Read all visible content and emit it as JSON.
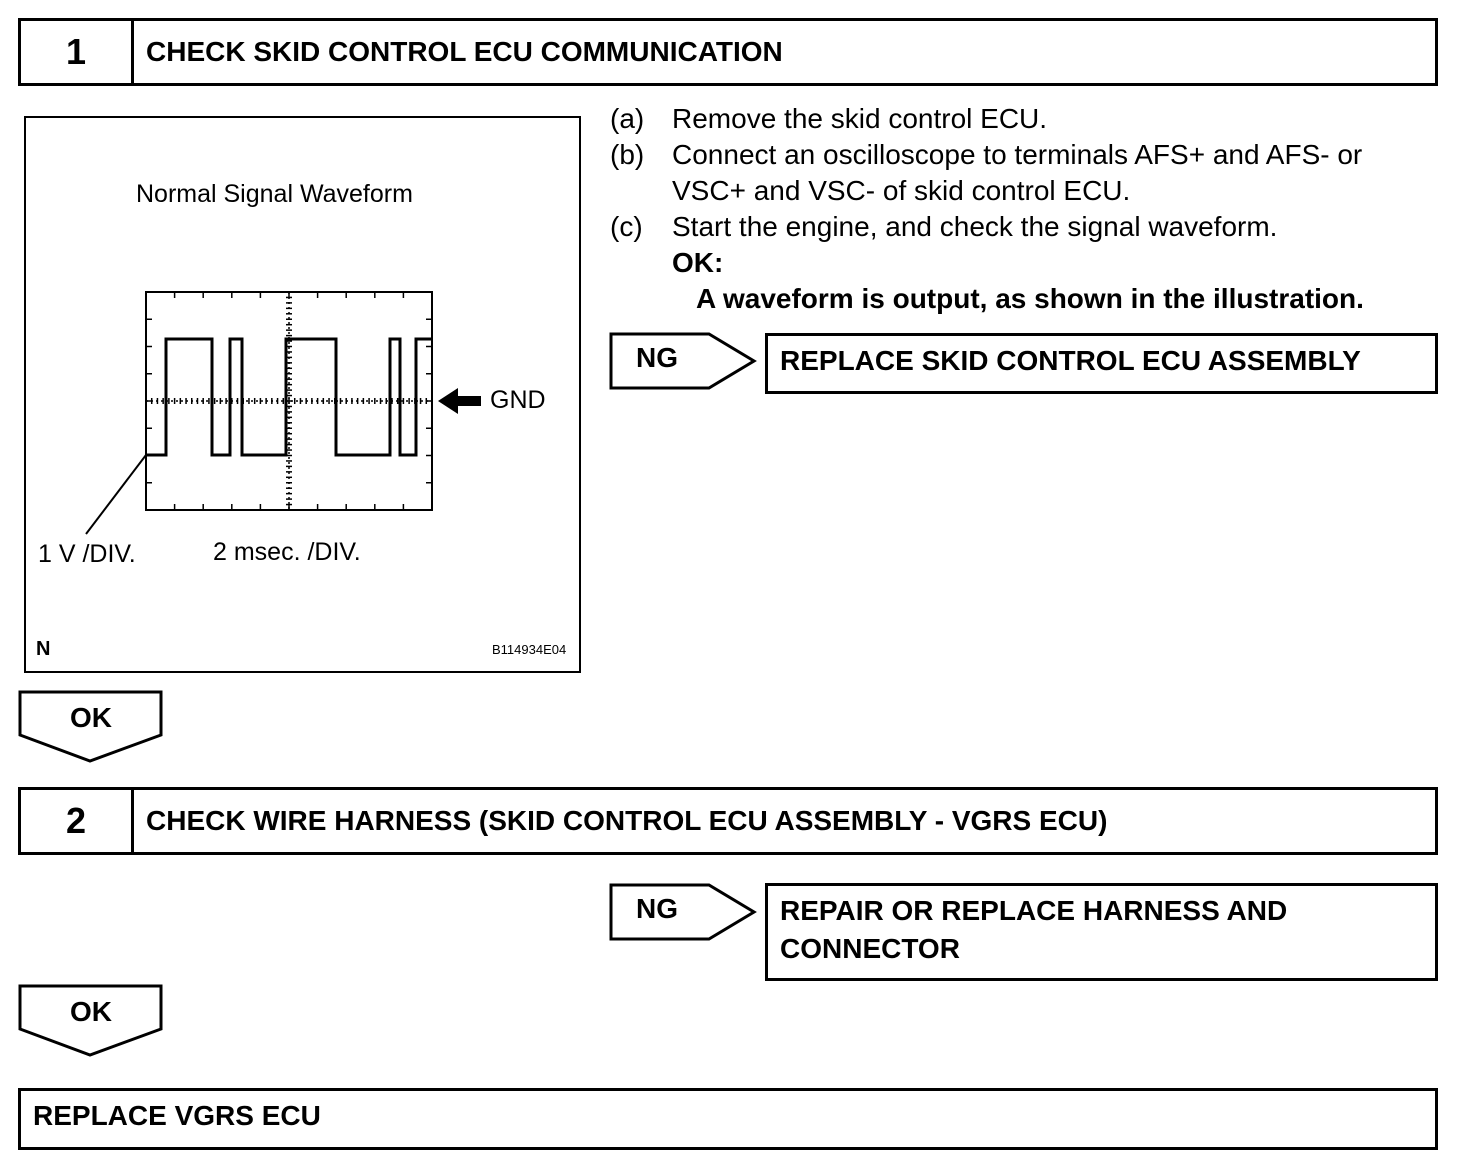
{
  "step1": {
    "number": "1",
    "title": "CHECK SKID CONTROL ECU COMMUNICATION"
  },
  "figure": {
    "title": "Normal Signal Waveform",
    "gnd_label": "GND",
    "voltage_div": "1 V /DIV.",
    "time_div": "2 msec. /DIV.",
    "corner_mark": "N",
    "figure_code": "B114934E04"
  },
  "instructions": [
    {
      "label": "(a)",
      "text": "Remove the skid control ECU."
    },
    {
      "label": "(b)",
      "text": "Connect an oscilloscope to terminals AFS+ and AFS- or",
      "text2": "VSC+ and VSC- of skid control ECU."
    },
    {
      "label": "(c)",
      "text": "Start the engine, and check the signal waveform."
    }
  ],
  "ok_heading": "OK:",
  "ok_condition": "A waveform is output, as shown in the illustration.",
  "ng1": {
    "label": "NG",
    "action": "REPLACE SKID CONTROL ECU ASSEMBLY"
  },
  "ok1": {
    "label": "OK"
  },
  "step2": {
    "number": "2",
    "title": "CHECK WIRE HARNESS (SKID CONTROL ECU ASSEMBLY - VGRS ECU)"
  },
  "ng2": {
    "label": "NG",
    "action_line1": "REPAIR OR REPLACE HARNESS AND",
    "action_line2": "CONNECTOR"
  },
  "ok2": {
    "label": "OK"
  },
  "final": {
    "action": "REPLACE VGRS ECU"
  }
}
